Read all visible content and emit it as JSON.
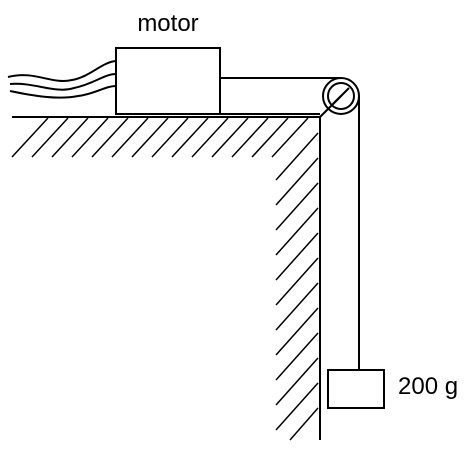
{
  "labels": {
    "motor": "motor",
    "mass": "200 g"
  },
  "colors": {
    "ink": "#000000",
    "background": "#ffffff"
  },
  "components": {
    "motor_wires": "wires-icon",
    "motor": "motor-box",
    "pulley": "pulley-icon",
    "mass": "mass-block",
    "table": "table-hatched-surface"
  }
}
